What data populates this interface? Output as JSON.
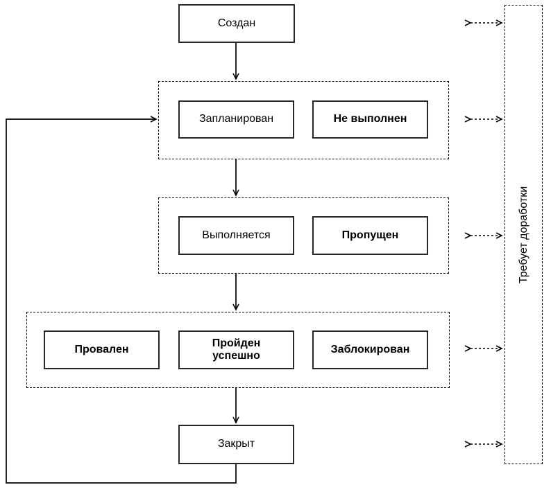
{
  "diagram": {
    "kind": "flowchart",
    "language": "ru",
    "nodes": {
      "created": {
        "label": "Создан",
        "emphasis": "normal"
      },
      "planned": {
        "label": "Запланирован",
        "emphasis": "normal"
      },
      "not_executed": {
        "label": "Не выполнен",
        "emphasis": "bold"
      },
      "in_progress": {
        "label": "Выполняется",
        "emphasis": "normal"
      },
      "skipped": {
        "label": "Пропущен",
        "emphasis": "bold"
      },
      "failed": {
        "label": "Провален",
        "emphasis": "bold"
      },
      "passed": {
        "label": "Пройден успешно",
        "emphasis": "bold"
      },
      "blocked": {
        "label": "Заблокирован",
        "emphasis": "bold"
      },
      "closed": {
        "label": "Закрыт",
        "emphasis": "normal"
      },
      "needs_rework": {
        "label": "Требует доработки",
        "emphasis": "normal"
      }
    },
    "edges": [
      {
        "from": "created",
        "to": "planned-row",
        "style": "solid-arrow"
      },
      {
        "from": "planned-row",
        "to": "execution-row",
        "style": "solid-arrow"
      },
      {
        "from": "execution-row",
        "to": "result-row",
        "style": "solid-arrow"
      },
      {
        "from": "result-row",
        "to": "closed",
        "style": "solid-arrow"
      },
      {
        "from": "closed",
        "to": "planned-row",
        "style": "solid-arrow-loop-left"
      },
      {
        "from": "created",
        "to": "needs_rework",
        "style": "dashed-double-arrow"
      },
      {
        "from": "planned-row",
        "to": "needs_rework",
        "style": "dashed-double-arrow"
      },
      {
        "from": "execution-row",
        "to": "needs_rework",
        "style": "dashed-double-arrow"
      },
      {
        "from": "result-row",
        "to": "needs_rework",
        "style": "dashed-double-arrow"
      },
      {
        "from": "closed",
        "to": "needs_rework",
        "style": "dashed-double-arrow"
      }
    ],
    "colors": {
      "line": "#000000",
      "box_border": "#262626",
      "background": "#ffffff"
    }
  }
}
